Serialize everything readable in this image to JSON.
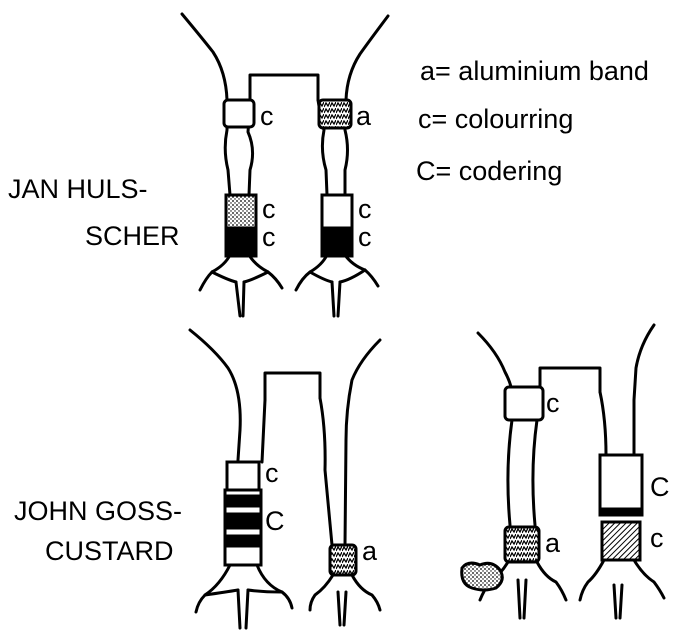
{
  "legend": [
    {
      "symbol": "a",
      "text": "= aluminium band"
    },
    {
      "symbol": "c",
      "text": "= colourring"
    },
    {
      "symbol": "C",
      "text": "= codering"
    }
  ],
  "panels": [
    {
      "name_lines": [
        "JAN HULS-",
        "SCHER"
      ],
      "left_leg": {
        "rings": [
          "c",
          "c",
          "c"
        ]
      },
      "right_leg": {
        "rings": [
          "a",
          "c",
          "c"
        ]
      }
    },
    {
      "name_lines": [
        "JOHN GOSS-",
        "CUSTARD"
      ],
      "left_leg": {
        "rings": [
          "c",
          "C"
        ]
      },
      "right_leg": {
        "rings": [
          "a"
        ]
      }
    },
    {
      "name_lines": [],
      "left_leg": {
        "rings": [
          "c",
          "a"
        ]
      },
      "right_leg": {
        "rings": [
          "C",
          "c"
        ]
      }
    }
  ]
}
